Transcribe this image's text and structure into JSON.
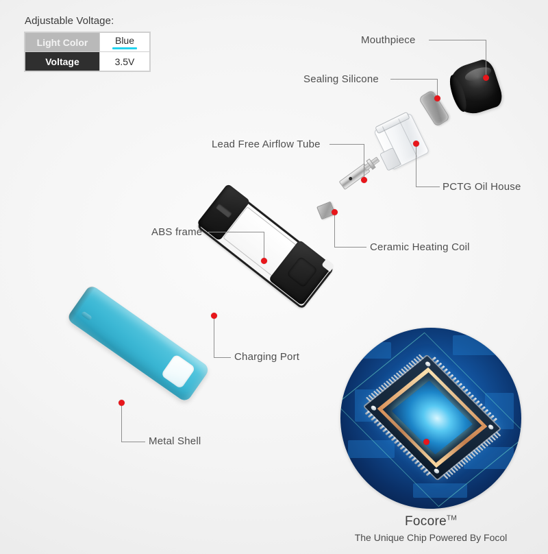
{
  "spec": {
    "title": "Adjustable Voltage:",
    "rows": [
      {
        "key": "Light Color",
        "value": "Blue",
        "swatch": "#22d3ee"
      },
      {
        "key": "Voltage",
        "value": "3.5V",
        "swatch": ""
      }
    ]
  },
  "callouts": {
    "mouthpiece": "Mouthpiece",
    "sealing_silicone": "Sealing Silicone",
    "pctg_oil_house": "PCTG Oil House",
    "lead_free_airflow_tube": "Lead Free Airflow Tube",
    "ceramic_heating_coil": "Ceramic Heating Coil",
    "abs_frame": "ABS frame",
    "charging_port": "Charging Port",
    "metal_shell": "Metal Shell"
  },
  "chip": {
    "name": "Focore",
    "trademark": "TM",
    "tagline": "The Unique Chip Powered By Focol"
  },
  "colors": {
    "background": "#f2f2f2",
    "marker_dot": "#e8161b",
    "leader_line": "#8e8e8e",
    "label_text": "#4e4e4e",
    "shell_teal": "#3bb7d4",
    "light_blue": "#22d3ee",
    "header_dark": "#2f2f2f",
    "header_gray": "#b9b9b9"
  }
}
